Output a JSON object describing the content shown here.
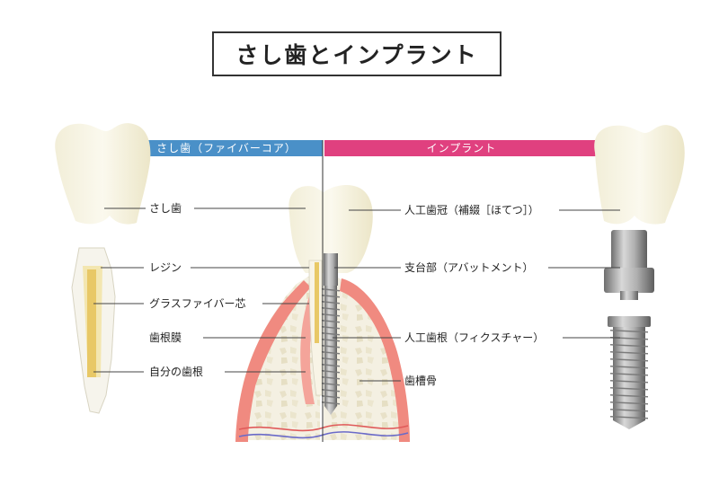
{
  "title": "さし歯とインプラント",
  "sections": {
    "left": "さし歯（ファイバーコア）",
    "right": "インプラント"
  },
  "labels": {
    "left": [
      "さし歯",
      "レジン",
      "グラスファイバー芯",
      "歯根膜",
      "自分の歯根"
    ],
    "right": [
      "人工歯冠（補綴［ほてつ］）",
      "支台部（アバットメント）",
      "人工歯根（フィクスチャー）",
      "歯槽骨"
    ]
  },
  "colors": {
    "left_band": "#4a90c8",
    "right_band": "#e0407f",
    "gum": "#f08a80",
    "bone": "#f3efe0",
    "tooth": "#f7f4e2",
    "fiber": "#e8c866",
    "metal": "#9a9a9a"
  }
}
